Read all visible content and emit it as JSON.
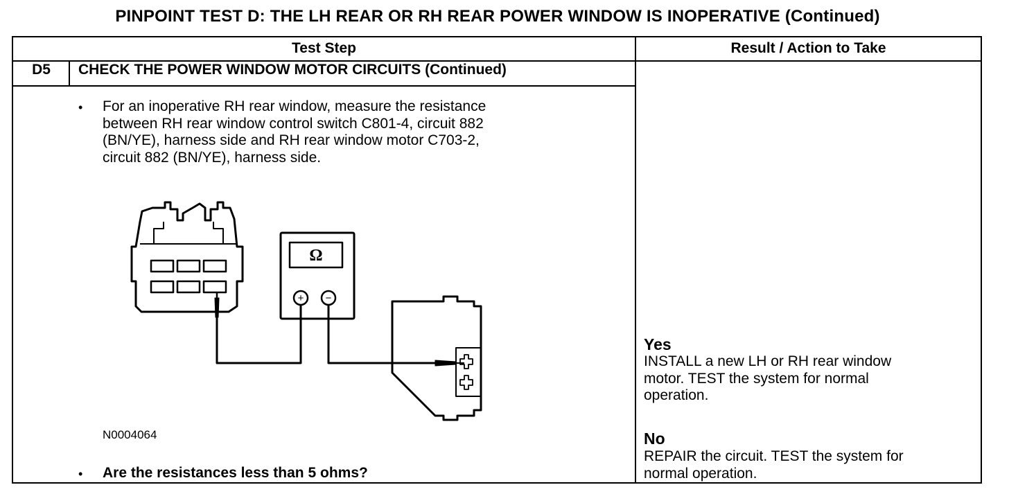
{
  "document": {
    "title": "PINPOINT TEST  D: THE LH REAR OR RH REAR POWER WINDOW IS INOPERATIVE (Continued)"
  },
  "table": {
    "headers": {
      "test_step": "Test Step",
      "result": "Result / Action to Take"
    },
    "step": {
      "id": "D5",
      "title": "CHECK THE POWER WINDOW MOTOR CIRCUITS (Continued)",
      "instruction": "For an inoperative RH rear window, measure the resistance\nbetween RH rear window control switch C801-4, circuit 882\n(BN/YE), harness side and RH rear window motor C703-2,\ncircuit 882 (BN/YE), harness side.",
      "figure_id": "N0004064",
      "question": "Are the resistances less than 5 ohms?",
      "bullet": "•"
    },
    "results": [
      {
        "heading": "Yes",
        "action": "INSTALL a new LH or RH rear window\nmotor. TEST the system for normal\noperation."
      },
      {
        "heading": "No",
        "action": "REPAIR the circuit. TEST the system for\nnormal operation."
      }
    ]
  },
  "diagram": {
    "meter_symbol": "Ω",
    "plus_terminal": "+",
    "minus_terminal": "−"
  }
}
